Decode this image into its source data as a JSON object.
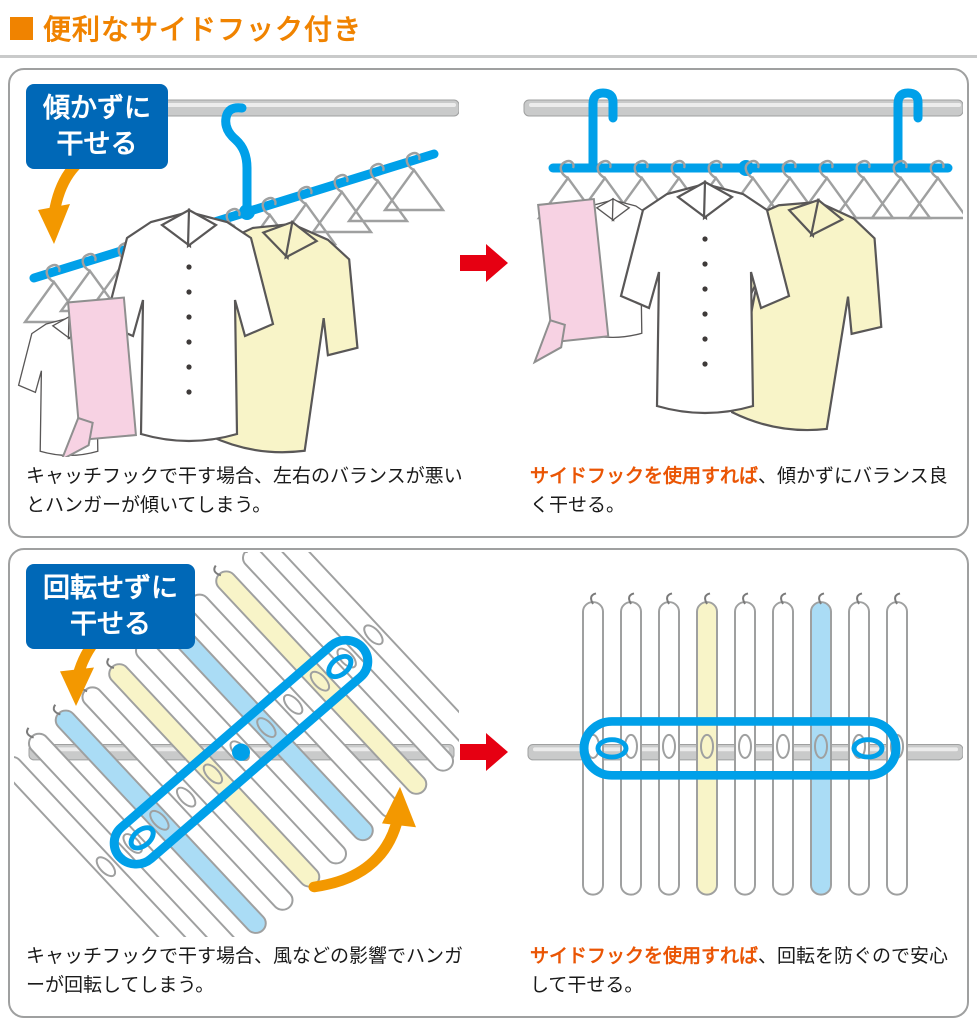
{
  "header": {
    "title": "便利なサイドフック付き"
  },
  "panels": [
    {
      "name": "no-tilt",
      "badge_line1": "傾かずに",
      "badge_line2": "干せる",
      "left_caption": "キャッチフックで干す場合、左右のバランスが悪いとハンガーが傾いてしまう。",
      "right_caption_highlight": "サイドフックを使用すれば",
      "right_caption_rest": "、傾かずにバランス良く干せる。"
    },
    {
      "name": "no-rotate",
      "badge_line1": "回転せずに",
      "badge_line2": "干せる",
      "left_caption": "キャッチフックで干す場合、風などの影響でハンガーが回転してしまう。",
      "right_caption_highlight": "サイドフックを使用すれば",
      "right_caption_rest": "、回転を防ぐので安心して干せる。"
    }
  ],
  "colors": {
    "title_orange": "#f08300",
    "highlight_orange": "#ea5504",
    "badge_blue": "#0068b7",
    "arrow_red": "#e60012",
    "product_blue": "#00a0e9",
    "hanger_blue_light": "#aadcf5",
    "shirt_cream": "#f8f4c8",
    "towel_pink": "#f7d2e3",
    "pole_gray": "#c9caca",
    "outline_gray": "#9fa0a0",
    "tilt_arrow_orange": "#f39800"
  },
  "icons": {
    "title_bullet": "■",
    "red_arrow": "▶",
    "tilt_arrow": "curved-arrow",
    "rotation_arrow": "curved-arrow"
  }
}
